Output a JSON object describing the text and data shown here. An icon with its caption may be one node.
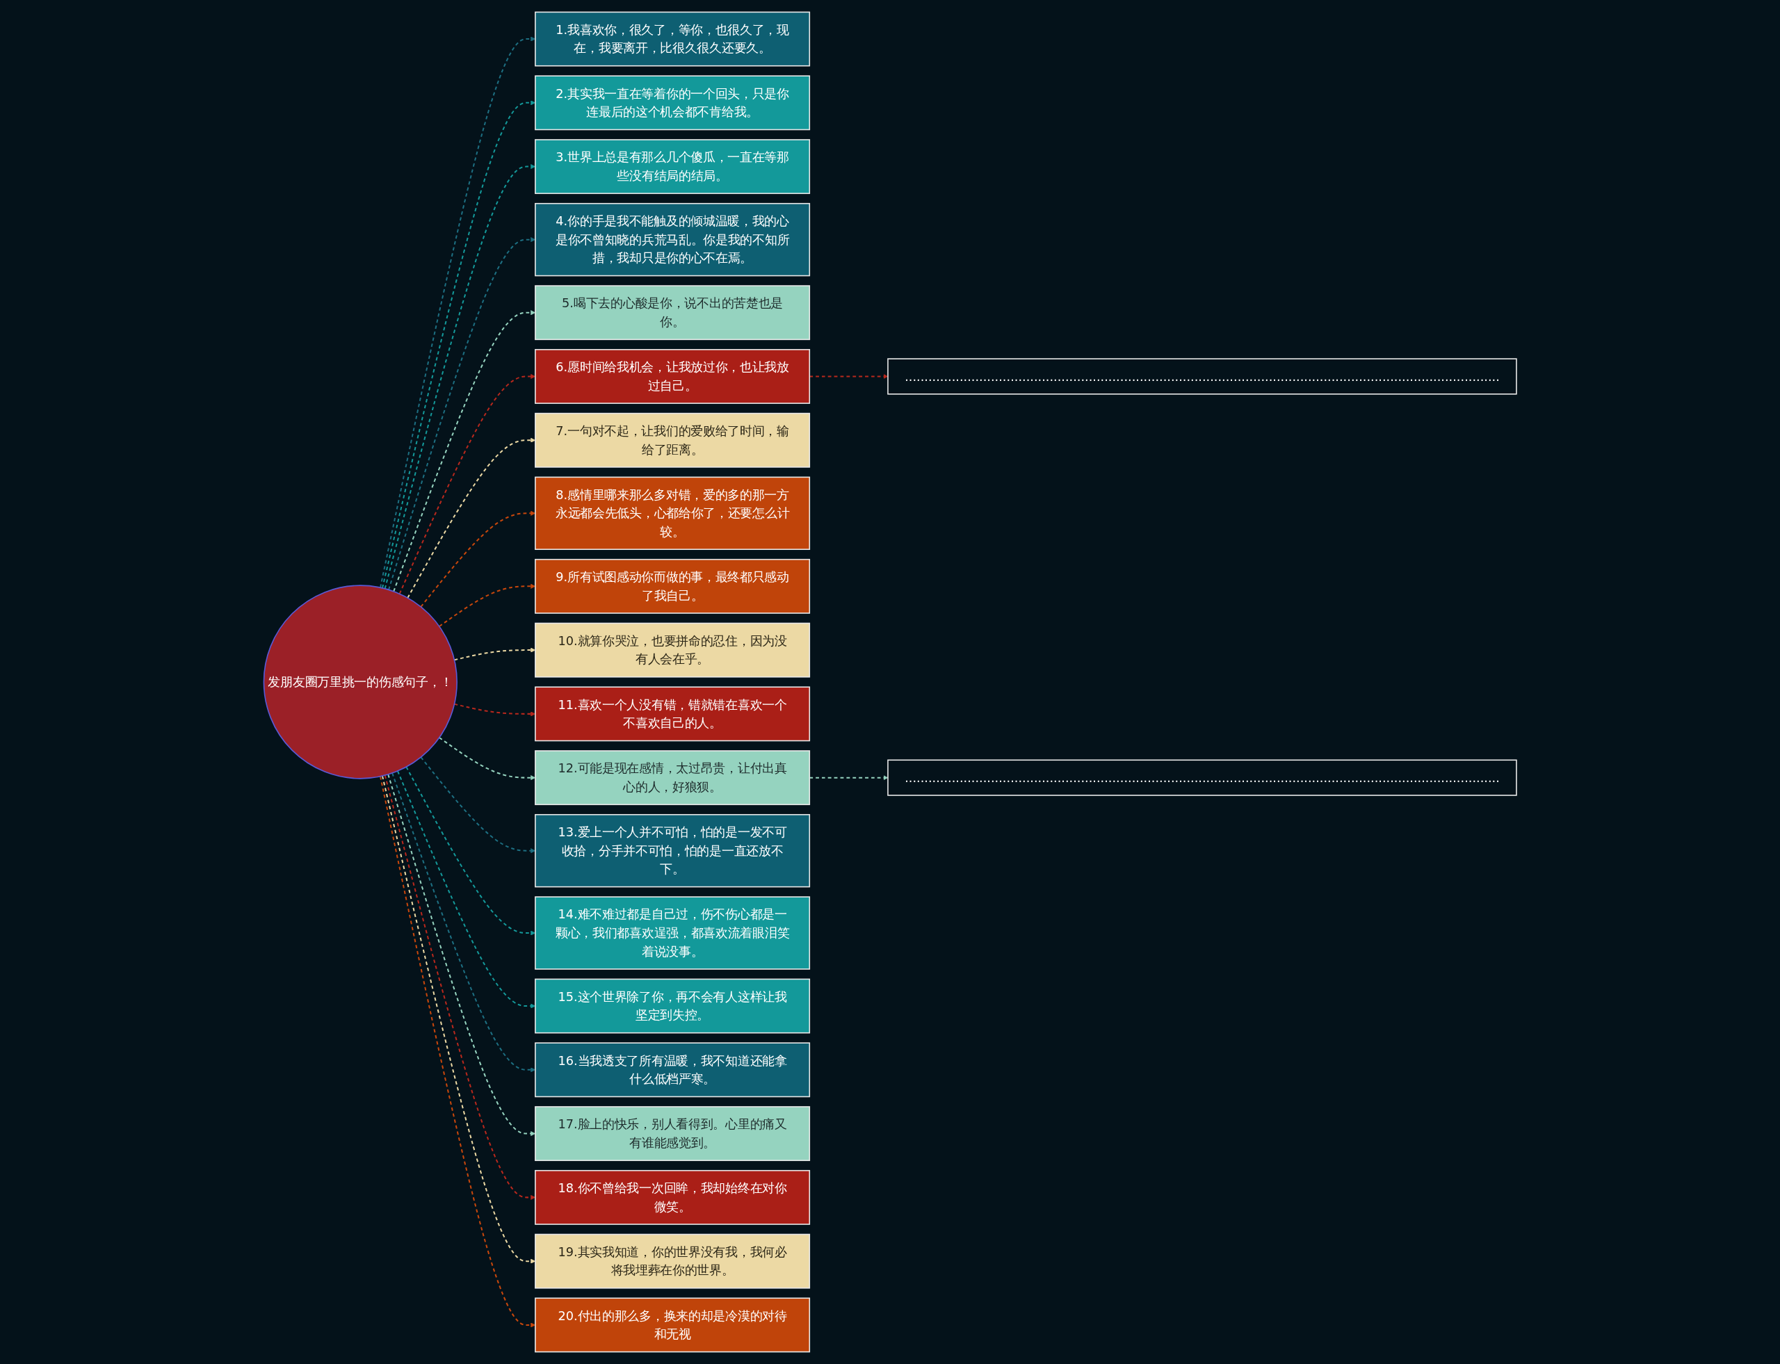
{
  "diagram": {
    "nodes": [
      {
        "text": [
          "发朋友圈万里挑一的伤感句子，！"
        ]
      },
      {
        "text": [
          "1.我喜欢你，很久了，等你，也很久了，现在，我要离开，比很久很久还要久。"
        ]
      },
      {
        "text": [
          "2.其实我一直在等着你的一个回头，只是你连最后的这个机会都不肯给我。"
        ]
      },
      {
        "text": [
          "3.世界上总是有那么几个傻瓜，一直在等那些没有结局的结局。"
        ]
      },
      {
        "text": [
          "4.你的手是我不能触及的倾城温暖，我的心是你不曾知晓的兵荒马乱。你是我的不知所措，我却只是你的心不在焉。"
        ]
      },
      {
        "text": [
          "5.喝下去的心酸是你，说不出的苦楚也是你。"
        ]
      },
      {
        "text": [
          "6.愿时间给我机会，让我放过你，也让我放过自己。"
        ]
      },
      {
        "text": [
          "7.一句对不起，让我们的爱败给了时间，输给了距离。"
        ]
      },
      {
        "text": [
          "8.感情里哪来那么多对错，爱的多的那一方永远都会先低头，心都给你了，还要怎么计较。"
        ]
      },
      {
        "text": [
          "9.所有试图感动你而做的事，最终都只感动了我自己。"
        ]
      },
      {
        "text": [
          "10.就算你哭泣，也要拼命的忍住，因为没有人会在乎。"
        ]
      },
      {
        "text": [
          "11.喜欢一个人没有错，错就错在喜欢一个不喜欢自己的人。"
        ]
      },
      {
        "text": [
          "12.可能是现在感情，太过昂贵，让付出真心的人，好狼狈。"
        ]
      },
      {
        "text": [
          "13.爱上一个人并不可怕，怕的是一发不可收拾，分手并不可怕，怕的是一直还放不下。"
        ]
      },
      {
        "text": [
          "14.难不难过都是自己过，伤不伤心都是一颗心，我们都喜欢逞强，都喜欢流着眼泪笑着说没事。"
        ]
      },
      {
        "text": [
          "15.这个世界除了你，再不会有人这样让我坚定到失控。"
        ]
      },
      {
        "text": [
          "16.当我透支了所有温暖，我不知道还能拿什么低档严寒。"
        ]
      },
      {
        "text": [
          "17.脸上的快乐，别人看得到。心里的痛又有谁能感觉到。"
        ]
      },
      {
        "text": [
          "18.你不曾给我一次回眸，我却始终在对你微笑。"
        ]
      },
      {
        "text": [
          "19.其实我知道，你的世界没有我，我何必将我埋葬在你的世界。"
        ]
      },
      {
        "text": [
          "20.付出的那么多，换来的却是冷漠的对待和无视"
        ]
      },
      {
        "text": [
          "........................................................................................................................................................"
        ]
      },
      {
        "text": [
          "........................................................................................................................................................"
        ]
      }
    ],
    "edges": [
      {
        "from": 0,
        "to": 1,
        "arrow": "to",
        "style": "dashed",
        "color": "#1d6f82"
      },
      {
        "from": 0,
        "to": 2,
        "arrow": "to",
        "style": "dashed",
        "color": "#14999a"
      },
      {
        "from": 0,
        "to": 3,
        "arrow": "to",
        "style": "dashed",
        "color": "#14999a"
      },
      {
        "from": 0,
        "to": 4,
        "arrow": "to",
        "style": "dashed",
        "color": "#1d6f82"
      },
      {
        "from": 0,
        "to": 5,
        "arrow": "to",
        "style": "dashed",
        "color": "#95d3bf"
      },
      {
        "from": 0,
        "to": 6,
        "arrow": "to",
        "style": "dashed",
        "color": "#b8281d"
      },
      {
        "from": 0,
        "to": 7,
        "arrow": "to",
        "style": "dashed",
        "color": "#ecd9a4"
      },
      {
        "from": 0,
        "to": 8,
        "arrow": "to",
        "style": "dashed",
        "color": "#c8470c"
      },
      {
        "from": 0,
        "to": 9,
        "arrow": "to",
        "style": "dashed",
        "color": "#c8470c"
      },
      {
        "from": 0,
        "to": 10,
        "arrow": "to",
        "style": "dashed",
        "color": "#ecd9a4"
      },
      {
        "from": 0,
        "to": 11,
        "arrow": "to",
        "style": "dashed",
        "color": "#b8281d"
      },
      {
        "from": 0,
        "to": 12,
        "arrow": "to",
        "style": "dashed",
        "color": "#95d3bf"
      },
      {
        "from": 0,
        "to": 13,
        "arrow": "to",
        "style": "dashed",
        "color": "#1d6f82"
      },
      {
        "from": 0,
        "to": 14,
        "arrow": "to",
        "style": "dashed",
        "color": "#14999a"
      },
      {
        "from": 0,
        "to": 15,
        "arrow": "to",
        "style": "dashed",
        "color": "#14999a"
      },
      {
        "from": 0,
        "to": 16,
        "arrow": "to",
        "style": "dashed",
        "color": "#1d6f82"
      },
      {
        "from": 0,
        "to": 17,
        "arrow": "to",
        "style": "dashed",
        "color": "#95d3bf"
      },
      {
        "from": 0,
        "to": 18,
        "arrow": "to",
        "style": "dashed",
        "color": "#b8281d"
      },
      {
        "from": 0,
        "to": 19,
        "arrow": "to",
        "style": "dashed",
        "color": "#ecd9a4"
      },
      {
        "from": 0,
        "to": 20,
        "arrow": "to",
        "style": "dashed",
        "color": "#c8470c"
      },
      {
        "from": 6,
        "to": 21,
        "arrow": "to",
        "style": "dashed",
        "color": "#b8281d"
      },
      {
        "from": 12,
        "to": 22,
        "arrow": "to",
        "style": "dashed",
        "color": "#95d3bf"
      }
    ]
  }
}
